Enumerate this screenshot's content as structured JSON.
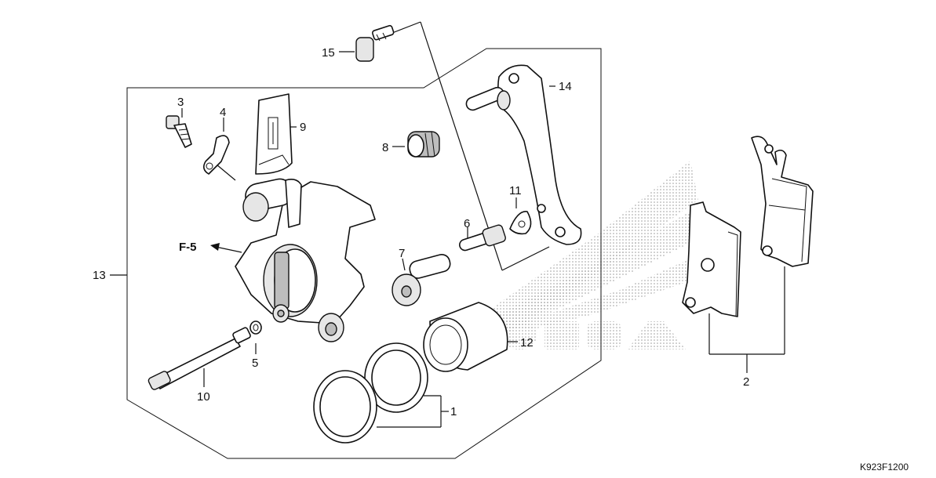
{
  "diagram": {
    "callouts": [
      "1",
      "2",
      "3",
      "4",
      "5",
      "6",
      "7",
      "8",
      "9",
      "10",
      "11",
      "12",
      "13",
      "14",
      "15"
    ],
    "reference": "F-5",
    "figure_code": "K923F1200"
  },
  "icons": {
    "watermark": "honda-wing-logo-icon"
  },
  "colors": {
    "line": "#111111",
    "shade": "#bdbdbd",
    "watermark_dots": "#8a8a8a"
  }
}
